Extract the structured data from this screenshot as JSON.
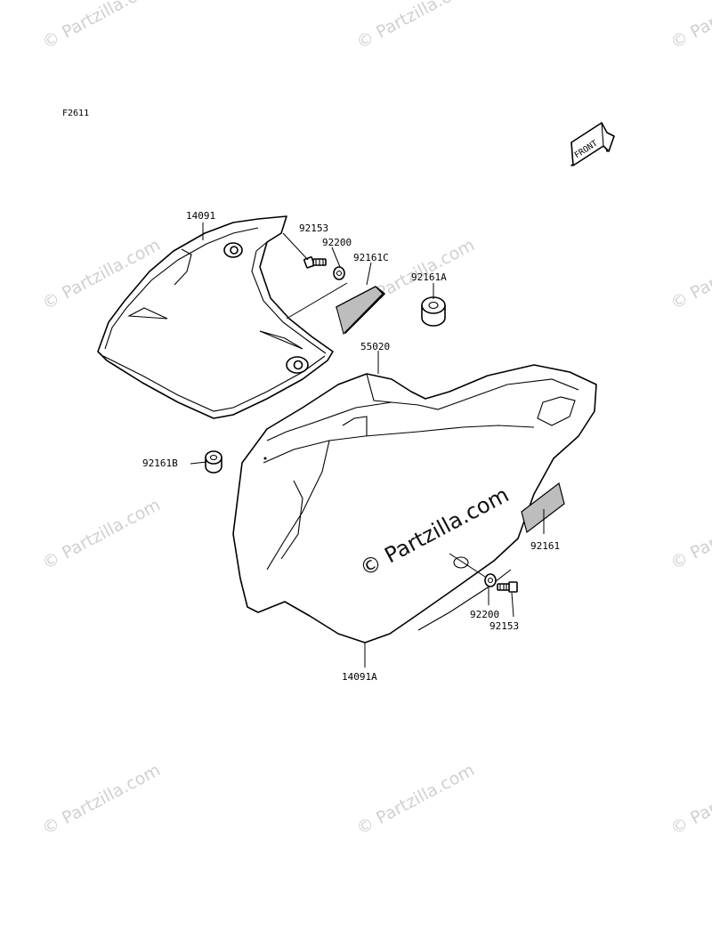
{
  "figure_ref": "F2611",
  "front_label": "FRONT",
  "watermark": "© Partzilla.com",
  "watermark_center": "© Partzilla.com",
  "callouts": {
    "c14091": "14091",
    "c92153_top": "92153",
    "c92200_top": "92200",
    "c92161C": "92161C",
    "c92161A": "92161A",
    "c55020": "55020",
    "c92161B": "92161B",
    "c92161": "92161",
    "c92200_bottom": "92200",
    "c92153_bottom": "92153",
    "c14091A": "14091A"
  }
}
